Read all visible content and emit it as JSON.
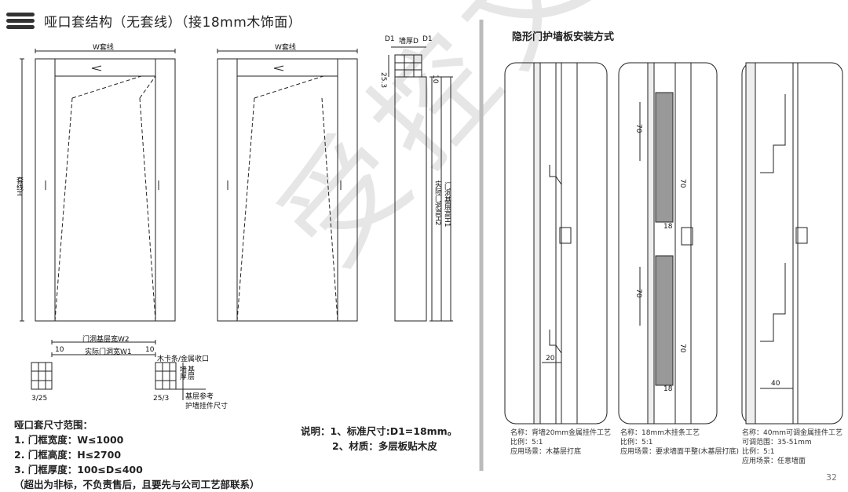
{
  "header": {
    "title": "哑口套结构（无套线）（接18mm木饰面）"
  },
  "right_section": {
    "title": "隐形门护墙板安装方式"
  },
  "drawing_labels": {
    "w_trim_1": "W套线",
    "w_trim_2": "W套线",
    "h_trim": "套线H",
    "wall_thickness": "墙厚D",
    "d1_left": "D1",
    "d1_right": "D1",
    "dim_25_3": "25.3",
    "dim_10_top": "10",
    "h2_label": "实际门洞高H2",
    "h1_label": "门洞基层高H1",
    "w2_label": "门洞基层宽W2",
    "w1_label": "实际门洞宽W1",
    "dim_10_left": "10",
    "dim_10_right": "10",
    "wood_strip": "木卡条/金属收口",
    "sub_size_1": "基层",
    "sub_size_2": "墙厚",
    "sub_size_3": "基层参考",
    "sub_size_4": "护墙挂件尺寸",
    "dim_3_25": "3/25",
    "dim_25_3b": "25/3",
    "dim_70a": "70",
    "dim_70b": "70",
    "dim_70c": "70",
    "dim_70d": "70",
    "dim_18a": "18",
    "dim_18b": "18",
    "dim_20": "20",
    "dim_40": "40"
  },
  "spec_block": {
    "heading": "哑口套尺寸范围：",
    "item1": "1. 门框宽度：W≤1000",
    "item2": "2. 门框高度：H≤2700",
    "item3": "3. 门框厚度：100≤D≤400",
    "item4": "（超出为非标，不负责售后，且要先与公司工艺部联系）"
  },
  "notes": {
    "line1": "说明：1、标准尺寸:D1=18mm。",
    "line2": "2、材质：多层板贴木皮"
  },
  "captions": {
    "c1_line1": "名称：背墙20mm金属挂件工艺",
    "c1_line2": "比例：5:1",
    "c1_line3": "应用场景：木基层打底",
    "c2_line1": "名称：18mm木挂条工艺",
    "c2_line2": "比例：5:1",
    "c2_line3": "应用场景：要求墙面平整(木基层打底)",
    "c3_line1": "名称：40mm可调金属挂件工艺",
    "c3_line2": "可调范围：35-51mm",
    "c3_line3": "比例：5:1",
    "c3_line4": "应用场景：任意墙面"
  },
  "watermark": "受控文件",
  "page_number": "32"
}
